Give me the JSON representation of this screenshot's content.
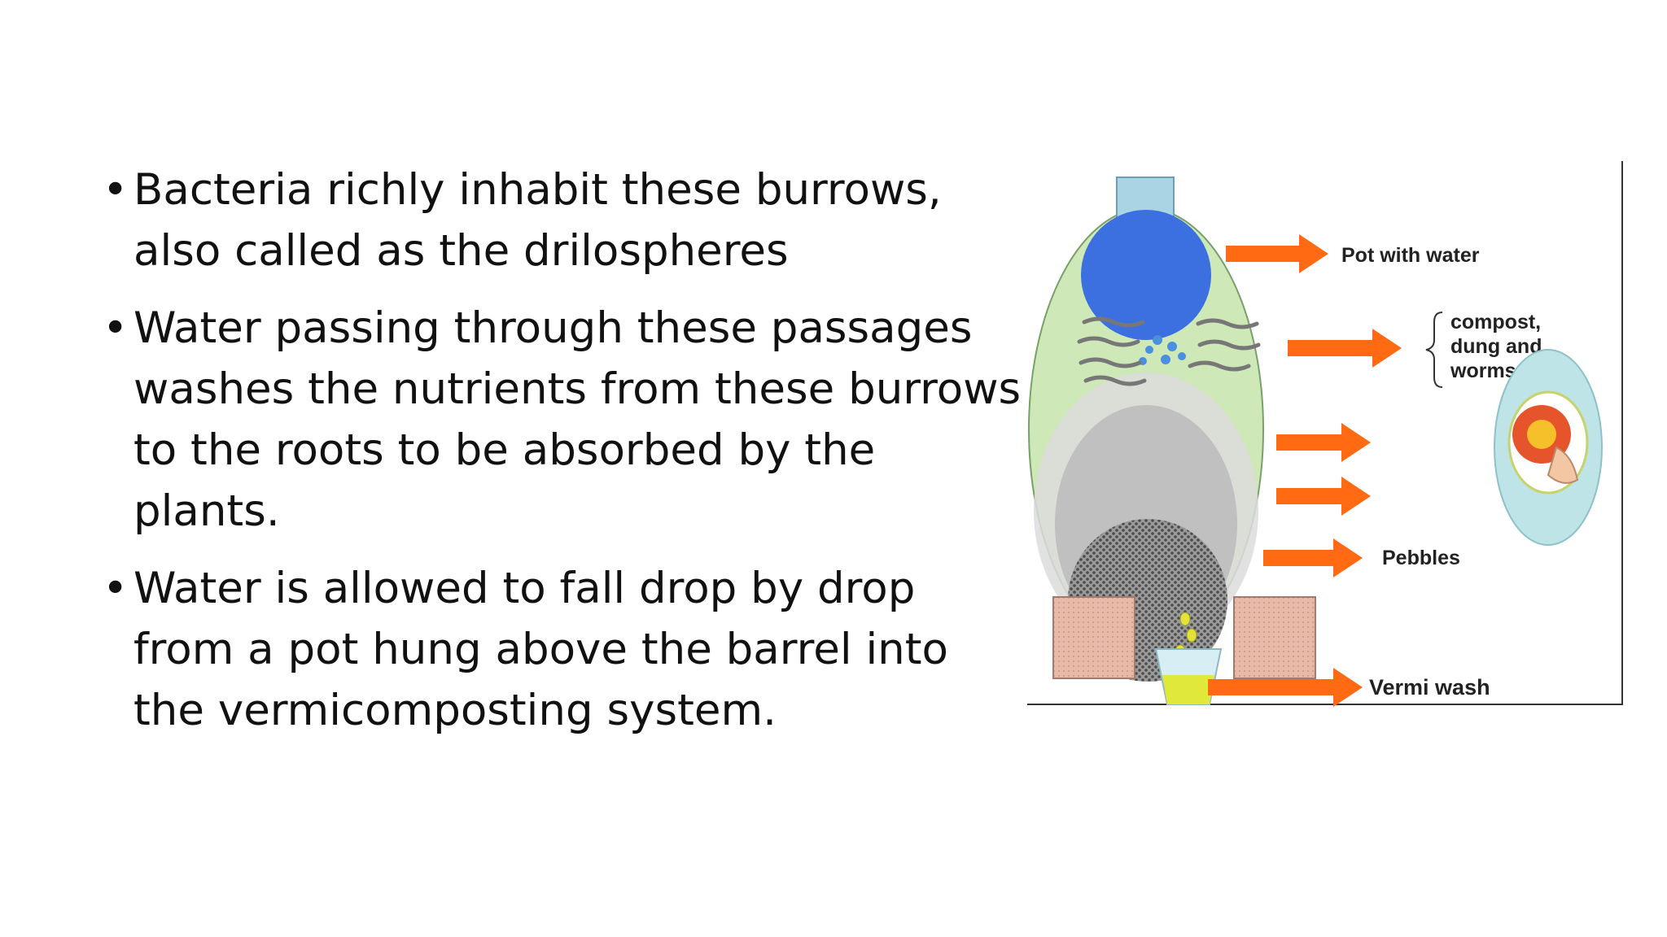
{
  "bullets": [
    {
      "text": "Bacteria richly inhabit these burrows, also called as the drilospheres"
    },
    {
      "text": "Water passing through these passages washes the nutrients from these burrows to the roots to be absorbed by the plants."
    },
    {
      "text": " Water is allowed to fall drop by drop from a pot hung above the barrel into the vermicomposting system."
    }
  ],
  "bullet_symbol": "•",
  "diagram": {
    "labels": {
      "pot": "Pot with water",
      "compost_1": "compost,",
      "compost_2": "dung and",
      "compost_3": "worms",
      "pebbles": "Pebbles",
      "vermiwash": "Vermi wash"
    },
    "colors": {
      "arrow": "#ff6a13",
      "pot": "#3c6fe0",
      "barrel": "#c9e6b0",
      "soil": "#bdbdbd",
      "pebbles": "#6a6a6a",
      "brick": "#e8b9a8",
      "cup": "#e0e83a",
      "drop": "#e2e23a"
    }
  }
}
